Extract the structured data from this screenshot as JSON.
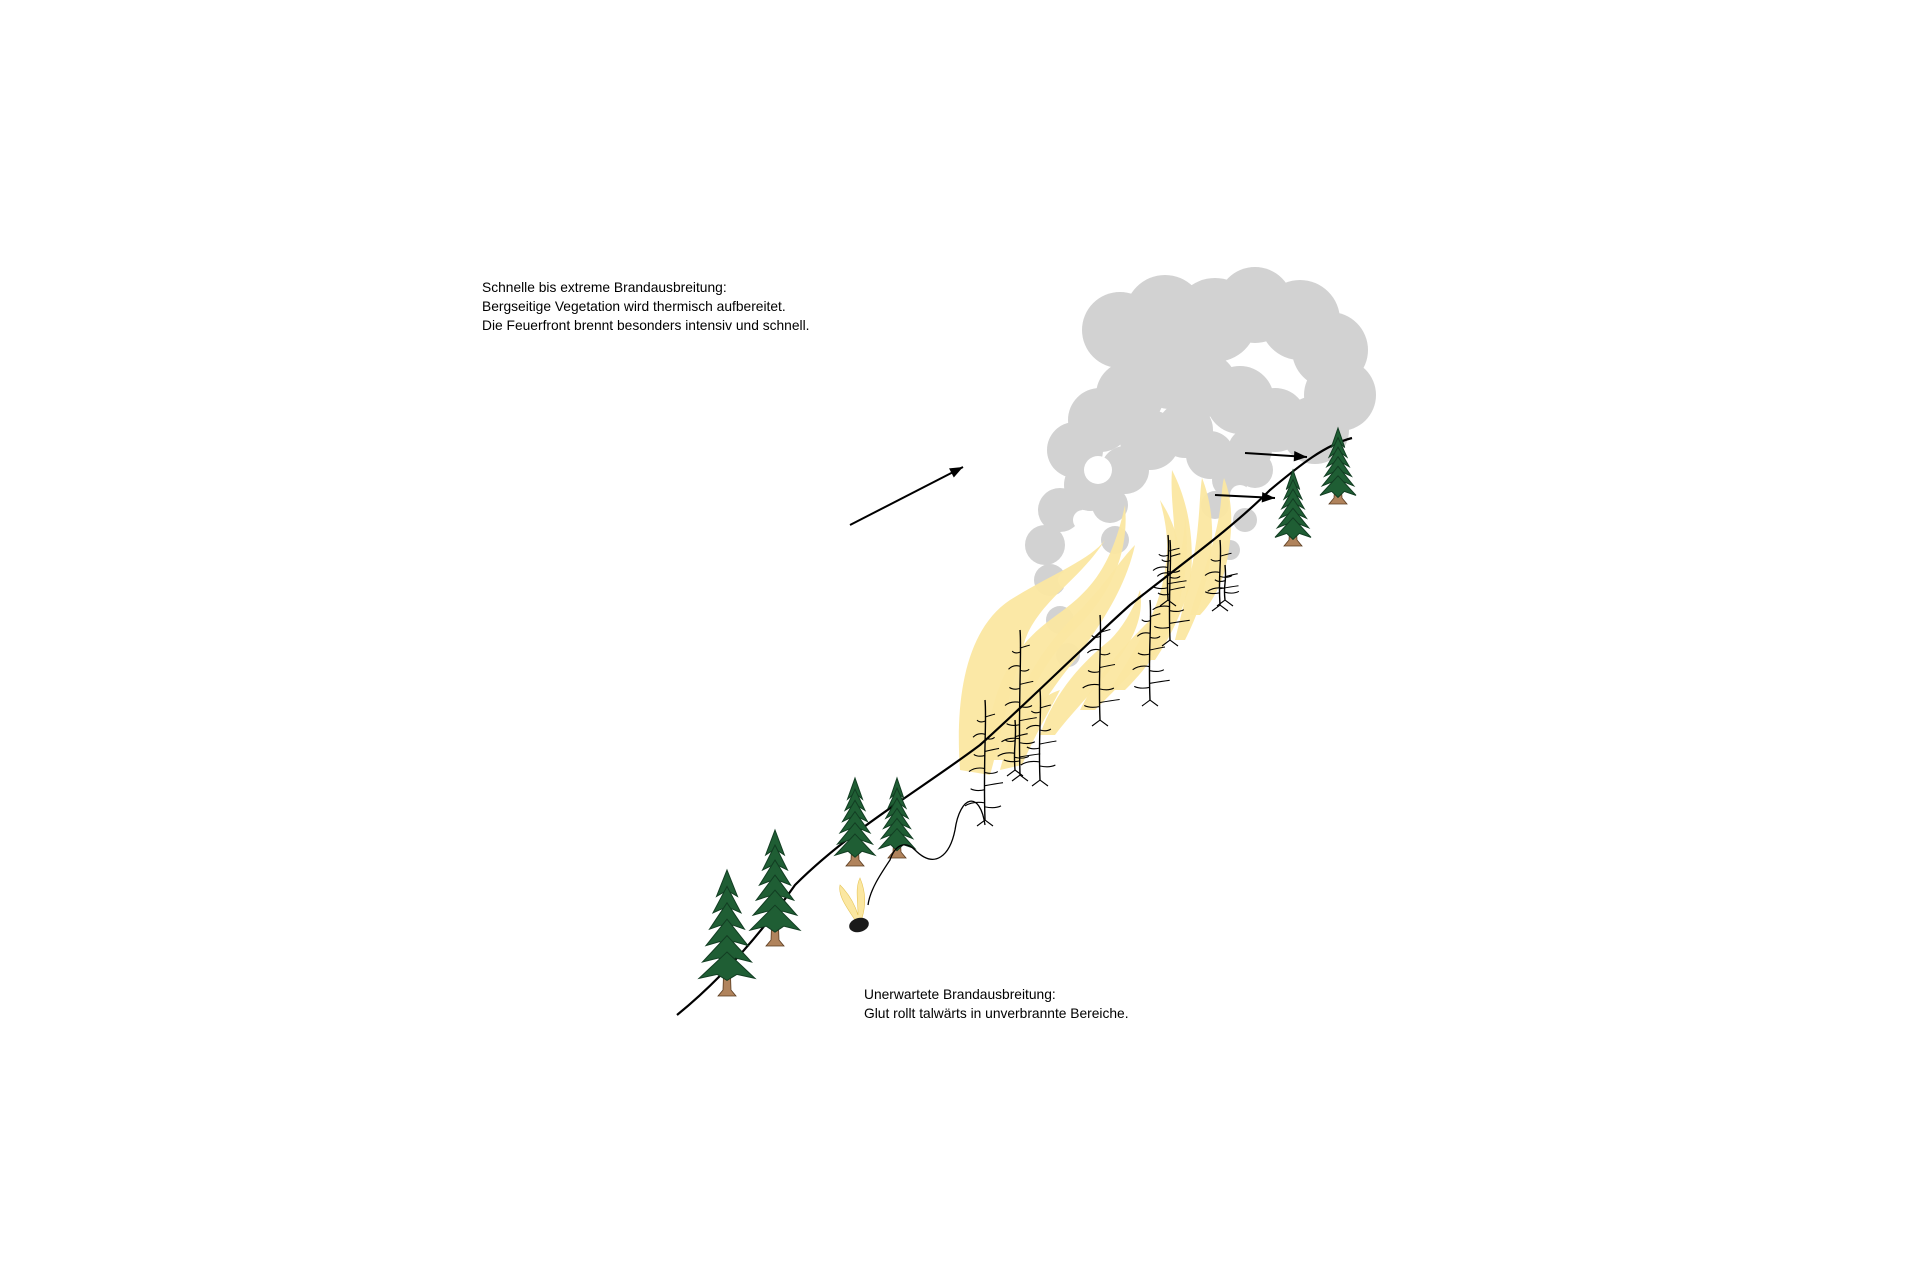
{
  "captions": {
    "upslope": {
      "line1": "Schnelle bis extreme Brandausbreitung:",
      "line2": "Bergseitige Vegetation wird thermisch aufbereitet.",
      "line3": "Die Feuerfront brennt besonders intensiv und schnell."
    },
    "downslope": {
      "line1": "Unerwartete Brandausbreitung:",
      "line2": "Glut rollt talwärts in unverbrannte Bereiche."
    }
  },
  "colors": {
    "flame": "#fbe7a1",
    "smoke": "#d2d2d2",
    "foliage": "#1f5e34",
    "foliage_dark": "#123d22",
    "trunk": "#b0835c",
    "ink": "#000000"
  },
  "icons": {
    "tree": "conifer-tree-icon",
    "burned_tree": "burned-tree-icon",
    "ember": "rolling-ember-icon",
    "arrow": "arrow-icon"
  }
}
